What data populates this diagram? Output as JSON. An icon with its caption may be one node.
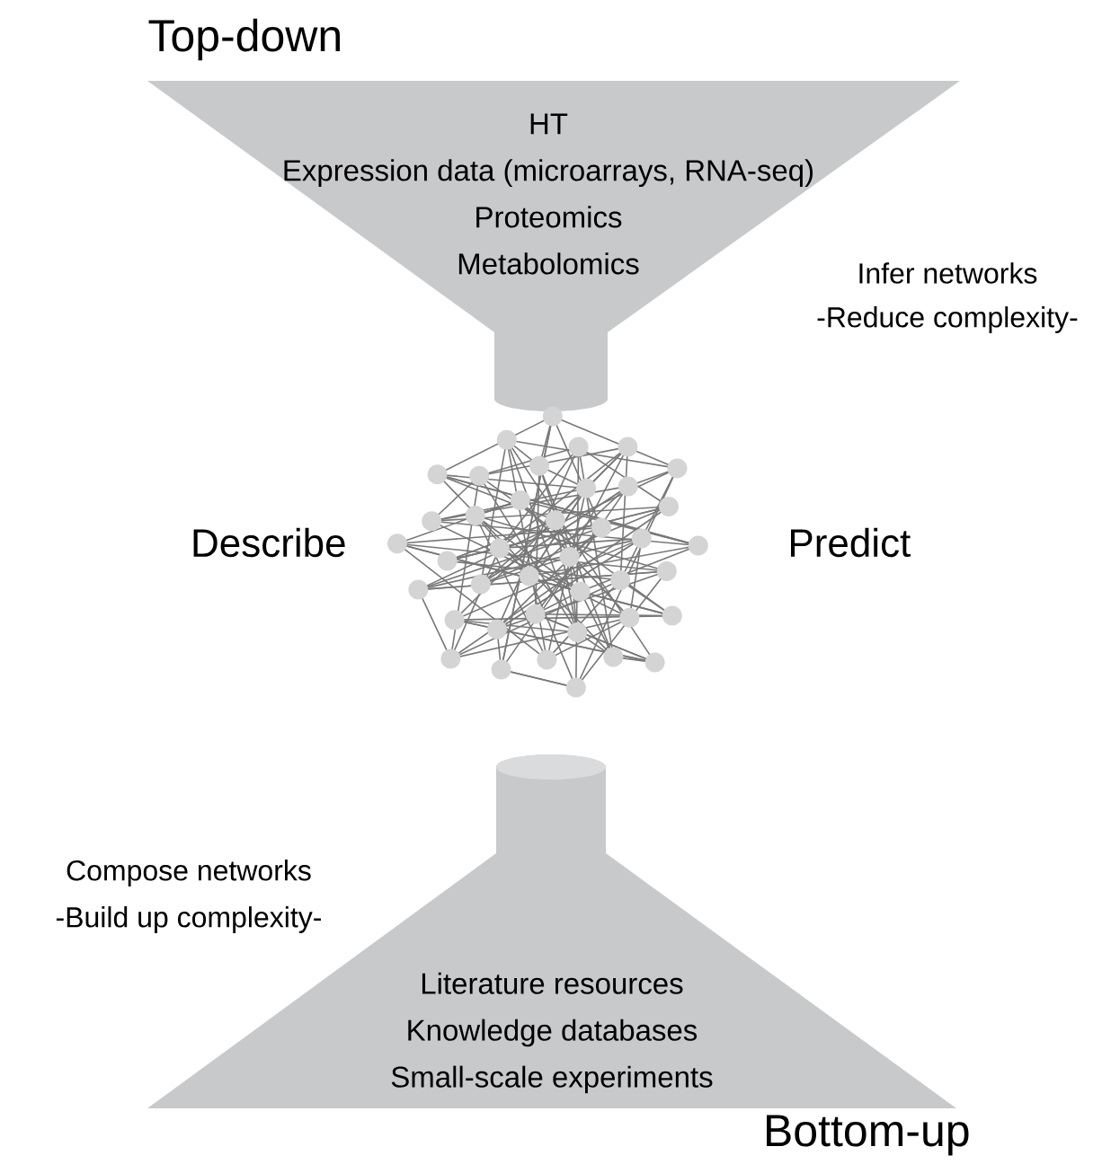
{
  "diagram": {
    "nodes": [
      {
        "text": [
          "Top-down",
          "HT",
          "Expression data (microarrays, RNA-seq)",
          "Proteomics",
          "Metabolomics"
        ]
      },
      {
        "text": [],
        "shape": "picture"
      },
      {
        "text": [
          "Literature resources",
          "Knowledge databases",
          "Small-scale experiments",
          "Bottom-up"
        ]
      }
    ],
    "labels": [
      "Infer networks",
      "-Reduce complexity-",
      "Describe",
      "Predict",
      "Compose networks",
      "-Build up complexity-"
    ]
  }
}
